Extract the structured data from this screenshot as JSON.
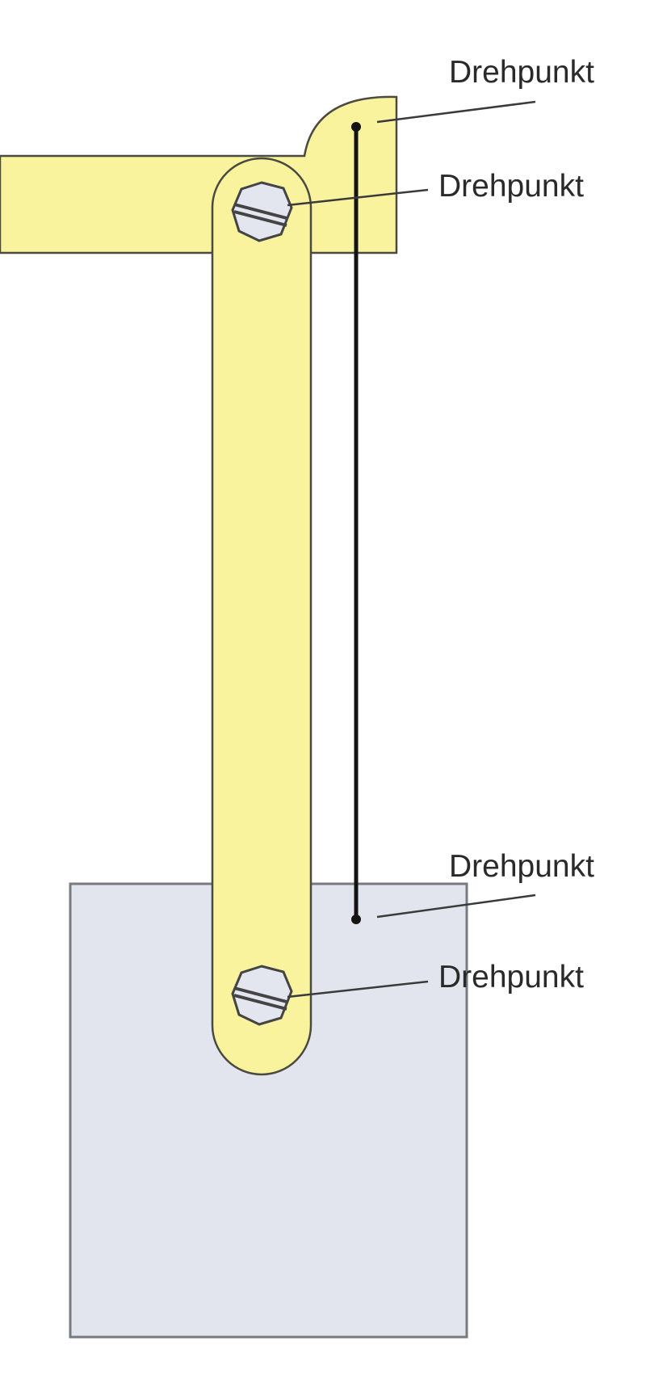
{
  "colors": {
    "background": "#ffffff",
    "bracket_fill": "#f8f39c",
    "bracket_stroke": "#4a4a40",
    "plate_fill": "#e2e5ee",
    "plate_stroke": "#777a80",
    "screw_fill": "#e4e6ef",
    "screw_stroke": "#444444",
    "rod": "#141414",
    "leader_line": "#3a3a3a",
    "label": "#2a2a2a"
  },
  "labels": {
    "top_upper": "Drehpunkt",
    "top_lower": "Drehpunkt",
    "bottom_upper": "Drehpunkt",
    "bottom_lower": "Drehpunkt"
  }
}
